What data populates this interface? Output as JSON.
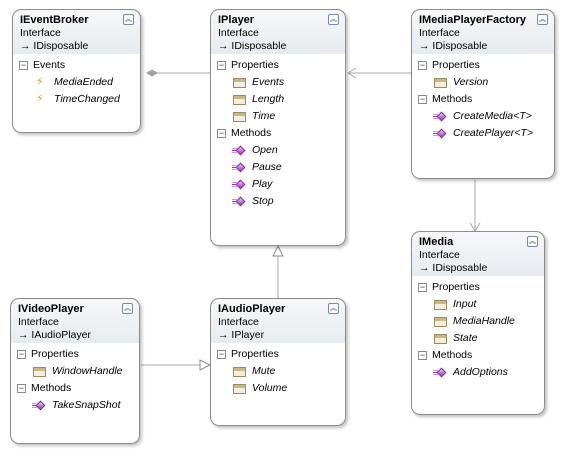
{
  "collapse_glyph": "︽",
  "section_toggle_glyph": "−",
  "boxes": {
    "ieventbroker": {
      "title": "IEventBroker",
      "stereotype": "Interface",
      "base": "→ IDisposable",
      "sections": [
        {
          "label": "Events",
          "members": [
            {
              "name": "MediaEnded",
              "icon": "event-icon"
            },
            {
              "name": "TimeChanged",
              "icon": "event-icon"
            }
          ]
        }
      ]
    },
    "iplayer": {
      "title": "IPlayer",
      "stereotype": "Interface",
      "base": "→ IDisposable",
      "sections": [
        {
          "label": "Properties",
          "members": [
            {
              "name": "Events",
              "icon": "property-icon"
            },
            {
              "name": "Length",
              "icon": "property-icon"
            },
            {
              "name": "Time",
              "icon": "property-icon"
            }
          ]
        },
        {
          "label": "Methods",
          "members": [
            {
              "name": "Open",
              "icon": "method-icon"
            },
            {
              "name": "Pause",
              "icon": "method-icon"
            },
            {
              "name": "Play",
              "icon": "method-icon"
            },
            {
              "name": "Stop",
              "icon": "method-icon"
            }
          ]
        }
      ]
    },
    "imediaplayerfactory": {
      "title": "IMediaPlayerFactory",
      "stereotype": "Interface",
      "base": "→ IDisposable",
      "sections": [
        {
          "label": "Properties",
          "members": [
            {
              "name": "Version",
              "icon": "property-icon"
            }
          ]
        },
        {
          "label": "Methods",
          "members": [
            {
              "name": "CreateMedia<T>",
              "icon": "method-icon"
            },
            {
              "name": "CreatePlayer<T>",
              "icon": "method-icon"
            }
          ]
        }
      ]
    },
    "imedia": {
      "title": "IMedia",
      "stereotype": "Interface",
      "base": "→ IDisposable",
      "sections": [
        {
          "label": "Properties",
          "members": [
            {
              "name": "Input",
              "icon": "property-icon"
            },
            {
              "name": "MediaHandle",
              "icon": "property-icon"
            },
            {
              "name": "State",
              "icon": "property-icon"
            }
          ]
        },
        {
          "label": "Methods",
          "members": [
            {
              "name": "AddOptions",
              "icon": "method-icon"
            }
          ]
        }
      ]
    },
    "ivideoplayer": {
      "title": "IVideoPlayer",
      "stereotype": "Interface",
      "base": "→ IAudioPlayer",
      "sections": [
        {
          "label": "Properties",
          "members": [
            {
              "name": "WindowHandle",
              "icon": "property-icon"
            }
          ]
        },
        {
          "label": "Methods",
          "members": [
            {
              "name": "TakeSnapShot",
              "icon": "method-icon"
            }
          ]
        }
      ]
    },
    "iaudioplayer": {
      "title": "IAudioPlayer",
      "stereotype": "Interface",
      "base": "→ IPlayer",
      "sections": [
        {
          "label": "Properties",
          "members": [
            {
              "name": "Mute",
              "icon": "property-icon"
            },
            {
              "name": "Volume",
              "icon": "property-icon"
            }
          ]
        }
      ]
    }
  }
}
